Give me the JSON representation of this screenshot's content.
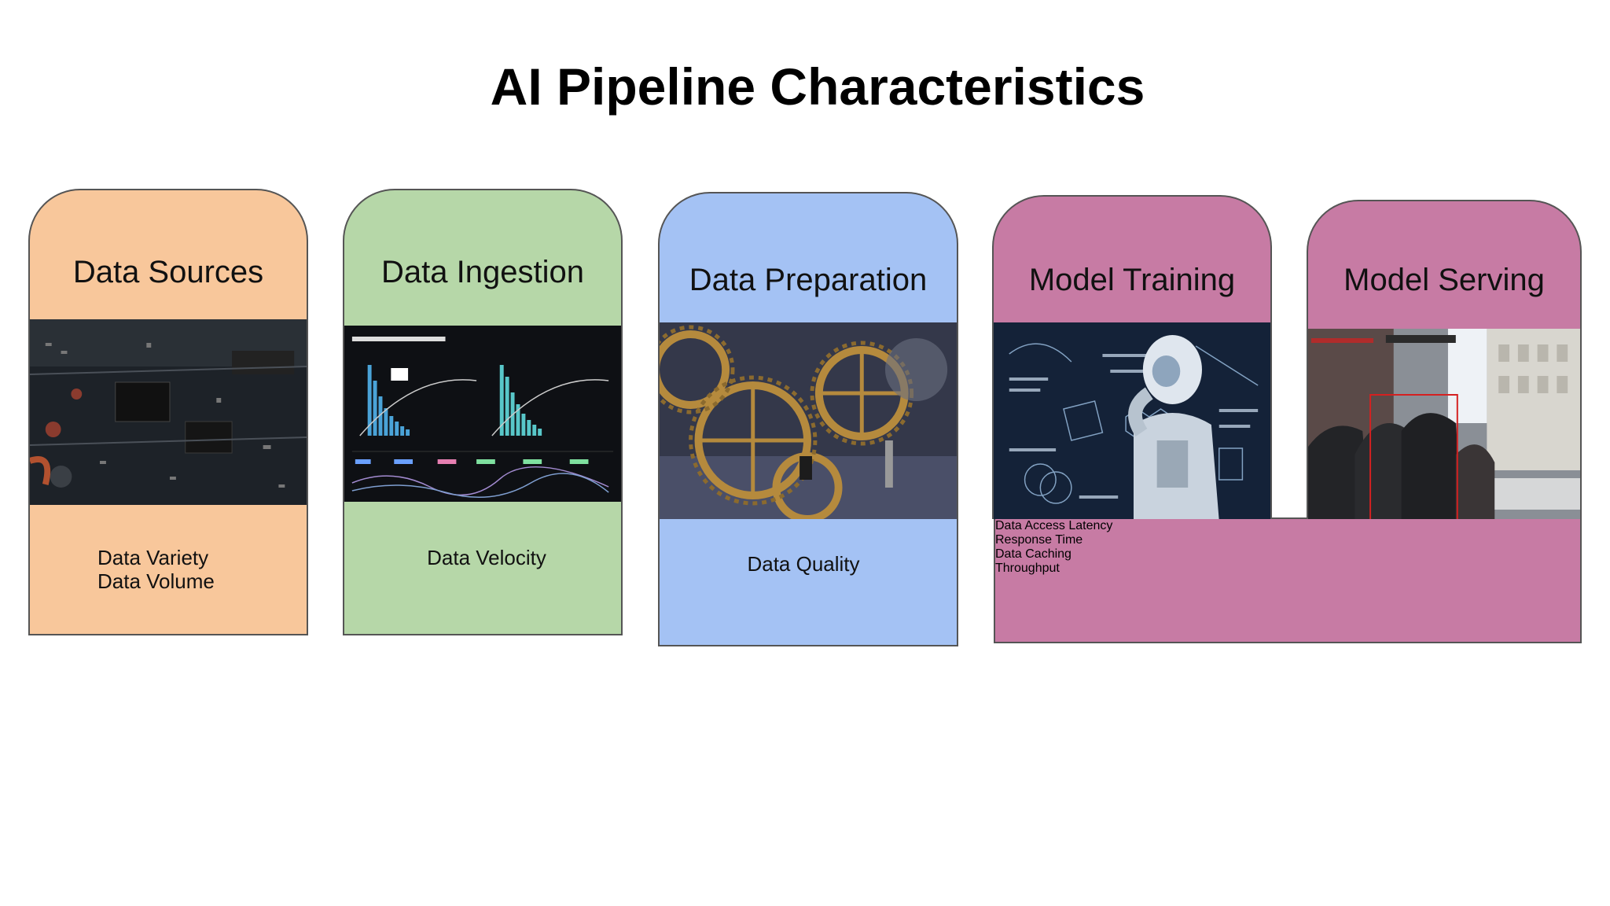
{
  "title": "AI Pipeline Characteristics",
  "stages": [
    {
      "label": "Data Sources",
      "notes": [
        "Data Variety",
        "Data Volume"
      ],
      "color": "#f8c79b",
      "image": "circuit-board-photo"
    },
    {
      "label": "Data Ingestion",
      "notes": [
        "Data Velocity"
      ],
      "color": "#b6d7a8",
      "image": "analytics-dashboard-photo"
    },
    {
      "label": "Data Preparation",
      "notes": [
        "Data Quality"
      ],
      "color": "#a4c2f4",
      "image": "gears-photo"
    },
    {
      "label": "Model Training",
      "notes": [],
      "color": "#c77ba4",
      "image": "robot-thinking-photo"
    },
    {
      "label": "Model Serving",
      "notes": [],
      "color": "#c77ba4",
      "image": "street-detection-photo"
    }
  ],
  "shared_band": {
    "color": "#c77ba4",
    "left_notes": [
      "Data Access Latency",
      "Response Time"
    ],
    "right_notes": [
      "Data Caching",
      "Throughput"
    ]
  }
}
